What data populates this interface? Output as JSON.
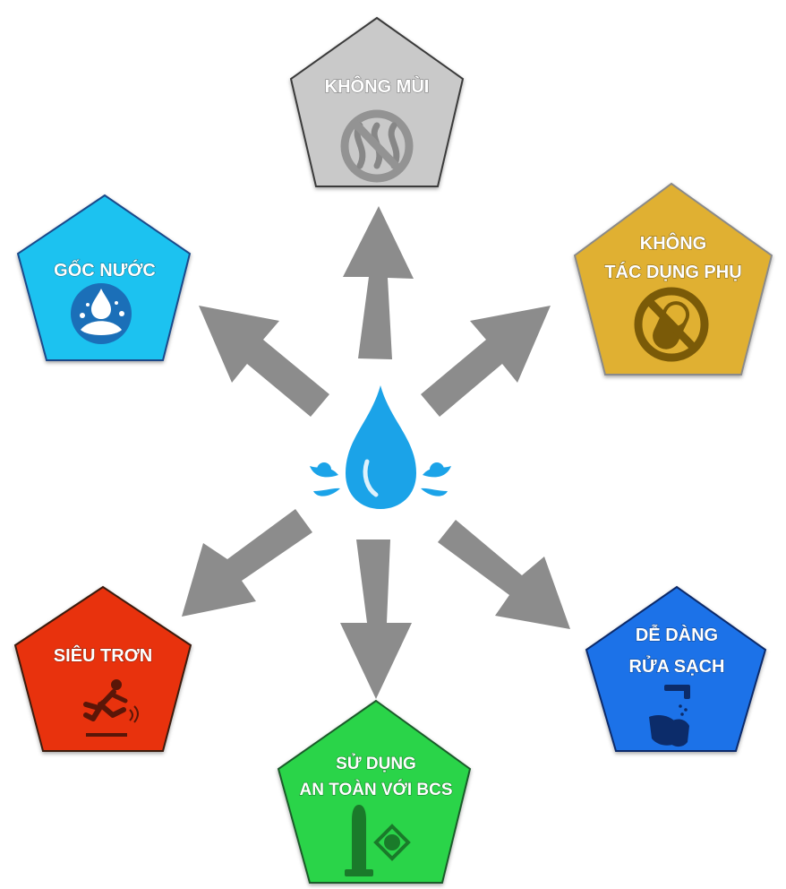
{
  "center": {
    "icon": "water-drop-icon",
    "color": "#1ba3e8"
  },
  "arrow_color": "#8c8c8c",
  "nodes": {
    "khong_mui": {
      "lines": [
        "KHÔNG MÙI"
      ],
      "fill": "#c9c9c9",
      "icon": "no-odor-icon"
    },
    "goc_nuoc": {
      "lines": [
        "GỐC NƯỚC"
      ],
      "fill": "#1ec2f0",
      "icon": "water-splash-icon"
    },
    "khong_tac_dung_phu": {
      "lines": [
        "KHÔNG",
        "TÁC DỤNG PHỤ"
      ],
      "fill": "#e0b030",
      "icon": "no-pill-icon"
    },
    "sieu_tron": {
      "lines": [
        "SIÊU TRƠN"
      ],
      "fill": "#e8300c",
      "icon": "slipping-person-icon"
    },
    "su_dung_an_toan": {
      "lines": [
        "SỬ DỤNG",
        "AN TOÀN VỚI BCS"
      ],
      "fill": "#2bd44a",
      "icon": "condom-icon"
    },
    "de_dang_rua_sach": {
      "lines": [
        "DỄ DÀNG",
        "RỬA SẠCH"
      ],
      "fill": "#1c72e8",
      "icon": "washing-hands-icon"
    }
  }
}
